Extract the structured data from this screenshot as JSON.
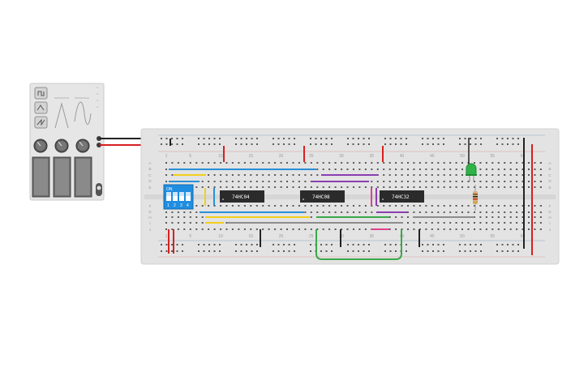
{
  "power_supply": {
    "wave_buttons": [
      "square-wave-icon",
      "triangle-wave-icon",
      "sawtooth-wave-icon"
    ],
    "wave_previews": [
      "triangle-preview-icon",
      "sine-preview-icon"
    ],
    "knobs": 3,
    "sliders": 3
  },
  "breadboard": {
    "column_numbers": [
      "1",
      "5",
      "10",
      "15",
      "20",
      "25",
      "30",
      "35",
      "40",
      "45",
      "50",
      "55",
      "60"
    ],
    "row_letters_top": [
      "A",
      "B",
      "C",
      "D",
      "E"
    ],
    "row_letters_bottom": [
      "F",
      "G",
      "H",
      "I",
      "J"
    ]
  },
  "dip_switch": {
    "on_label": "ON",
    "numbers": [
      "1",
      "2",
      "3",
      "4"
    ]
  },
  "chips": [
    {
      "label": "74HC04"
    },
    {
      "label": "74HC08"
    },
    {
      "label": "74HC32"
    }
  ],
  "colors": {
    "board": "#e3e3e3",
    "hole": "#5a5a5a",
    "rail_red": "#d7201f",
    "rail_black": "#222222",
    "wire_blue": "#2a8fd6",
    "wire_yellow": "#f2cf1c",
    "wire_purple": "#8b3fb0",
    "wire_green": "#3aa84a",
    "wire_gray": "#8d8d8d",
    "wire_pink": "#e0408e",
    "led_green": "#2fb346",
    "dip_blue": "#1f8de0",
    "chip": "#2b2b2b"
  }
}
